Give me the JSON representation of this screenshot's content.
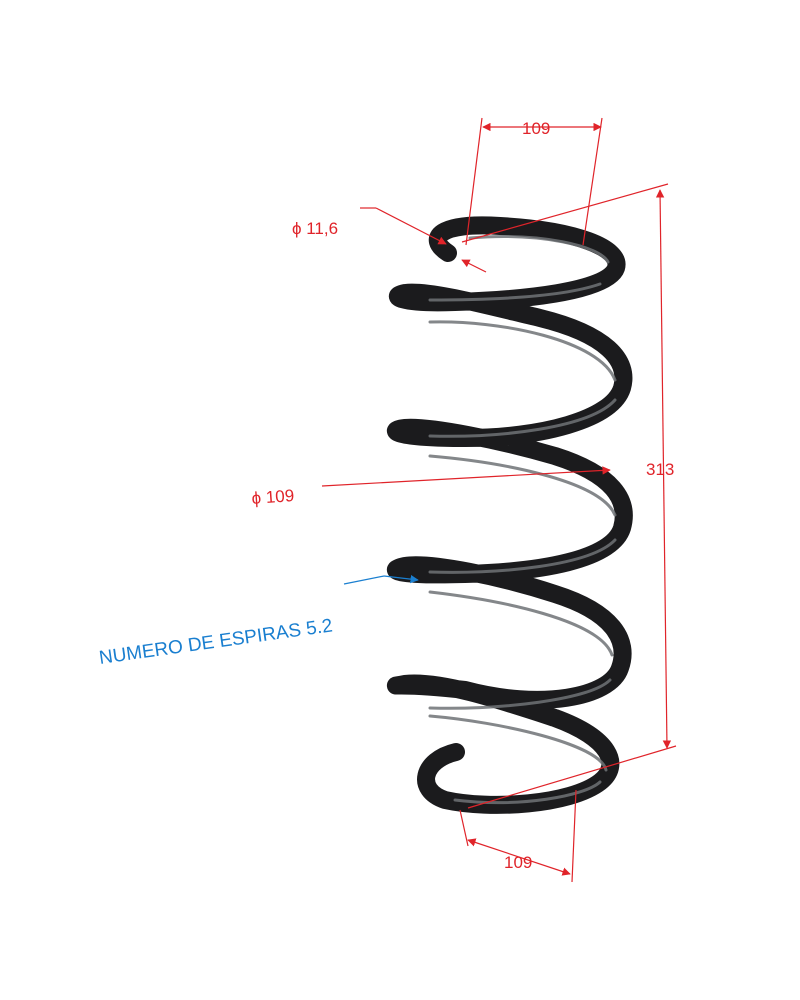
{
  "drawing": {
    "part": "coil-spring",
    "colors": {
      "dimension": "#e0242a",
      "note": "#1a7fd0",
      "spring": "#1b1b1d"
    }
  },
  "dimensions": {
    "top_diameter": "109",
    "bottom_diameter": "109",
    "mean_diameter": "ϕ 109",
    "wire_diameter": "ϕ 11,6",
    "free_length": "313"
  },
  "notes": {
    "coils": "NUMERO DE ESPIRAS 5.2"
  }
}
